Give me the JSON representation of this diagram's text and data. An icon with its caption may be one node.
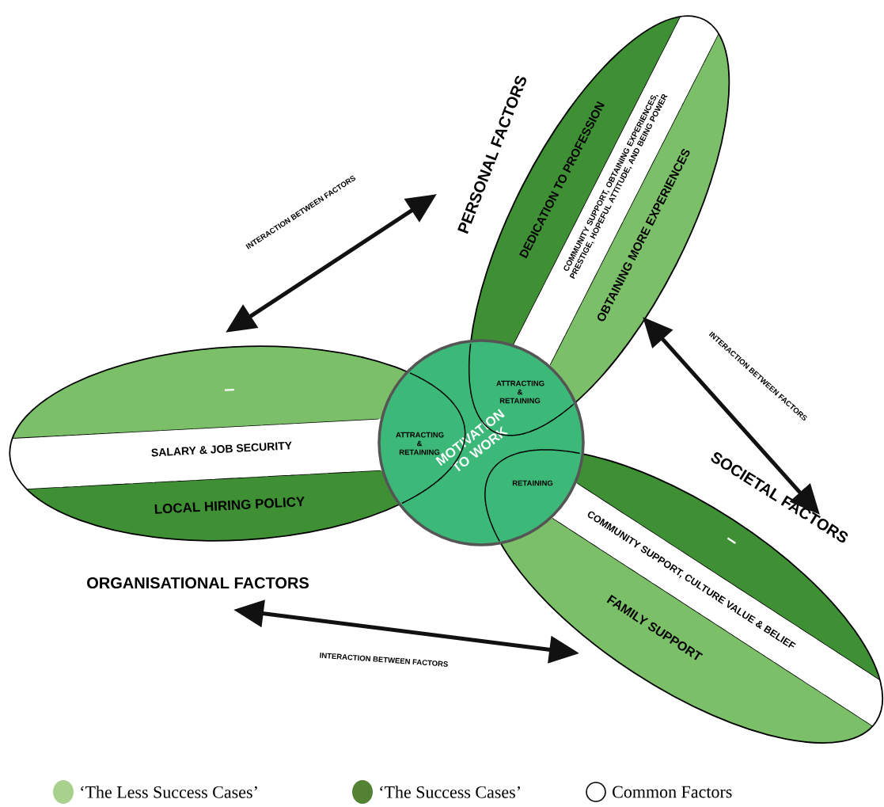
{
  "diagram": {
    "nodes": [
      {
        "text": [
          "MOTIVATION TO WORK"
        ]
      },
      {
        "text": [
          "ATTRACTING & RETAINING"
        ]
      },
      {
        "text": [
          "ATTRACTING & RETAINING"
        ]
      },
      {
        "text": [
          "RETAINING"
        ]
      },
      {
        "text": [
          "PERSONAL FACTORS"
        ]
      },
      {
        "text": [
          "DEDICATION TO PROFESSION"
        ],
        "in": 4
      },
      {
        "text": [
          "COMMUNITY SUPPORT, OBTAINING EXPERIENCES, PRESTIGE, HOPEFUL ATTITUDE, AND BEING POWER"
        ],
        "in": 4
      },
      {
        "text": [
          "OBTAINING MORE EXPERIENCES"
        ],
        "in": 4
      },
      {
        "text": [
          "SOCIETAL FACTORS"
        ]
      },
      {
        "text": [
          "–"
        ],
        "in": 8
      },
      {
        "text": [
          "COMMUNITY SUPPORT, CULTURE VALUE & BELIEF"
        ],
        "in": 8
      },
      {
        "text": [
          "FAMILY SUPPORT"
        ],
        "in": 8
      },
      {
        "text": [
          "ORGANISATIONAL FACTORS"
        ]
      },
      {
        "text": [
          "–"
        ],
        "in": 12
      },
      {
        "text": [
          "SALARY & JOB SECURITY"
        ],
        "in": 12
      },
      {
        "text": [
          "LOCAL HIRING POLICY"
        ],
        "in": 12
      }
    ],
    "edges": [
      {
        "from": 12,
        "to": 4,
        "arrow": "both",
        "label": "INTERACTION BETWEEN FACTORS"
      },
      {
        "from": 4,
        "to": 8,
        "arrow": "both",
        "label": "INTERACTION BETWEEN FACTORS"
      },
      {
        "from": 12,
        "to": 8,
        "arrow": "both",
        "label": "INTERACTION BETWEEN FACTORS"
      }
    ],
    "legend": [
      {
        "text": "‘The Less Success Cases’",
        "color": "#a9d18e"
      },
      {
        "text": "‘The Success Cases’",
        "color": "#548235"
      },
      {
        "text": "Common Factors"
      }
    ]
  }
}
